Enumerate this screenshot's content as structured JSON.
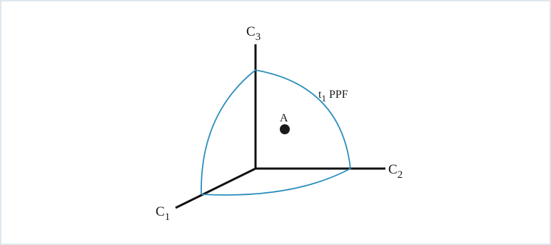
{
  "diagram": {
    "axes": {
      "c1": {
        "base": "C",
        "sub": "1"
      },
      "c2": {
        "base": "C",
        "sub": "2"
      },
      "c3": {
        "base": "C",
        "sub": "3"
      }
    },
    "ppf_label": {
      "base": "t",
      "sub": "1",
      "suffix": " PPF"
    },
    "point": {
      "label": "A"
    },
    "colors": {
      "axis": "#111111",
      "surface": "#2a8fbd",
      "point": "#1a1a1a"
    }
  }
}
